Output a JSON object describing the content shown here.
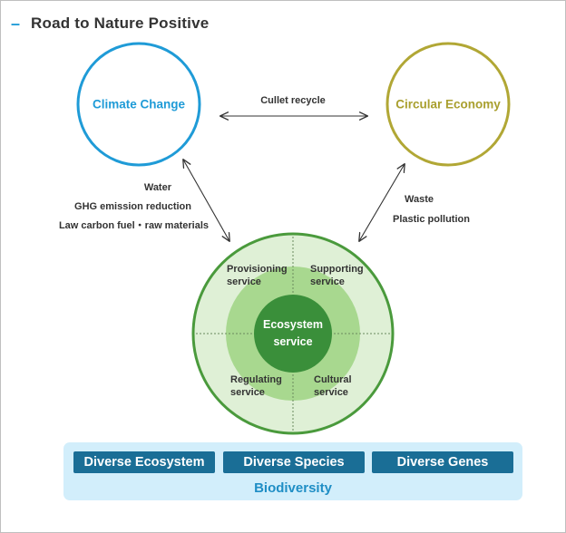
{
  "heading": {
    "dash": "–",
    "title": "Road to Nature Positive"
  },
  "nodes": {
    "climate": "Climate Change",
    "circular": "Circular Economy"
  },
  "links": {
    "top": "Cullet recycle",
    "left": [
      "Water",
      "GHG emission reduction",
      "Law carbon fuel・raw materials"
    ],
    "right": [
      "Waste",
      "Plastic pollution"
    ]
  },
  "ecosystem": {
    "center": [
      "Ecosystem",
      "service"
    ],
    "provisioning": [
      "Provisioning",
      "service"
    ],
    "supporting": [
      "Supporting",
      "service"
    ],
    "regulating": [
      "Regulating",
      "service"
    ],
    "cultural": [
      "Cultural",
      "service"
    ]
  },
  "biodiversity": {
    "items": [
      "Diverse Ecosystem",
      "Diverse Species",
      "Diverse Genes"
    ],
    "label": "Biodiversity"
  },
  "colors": {
    "climate_ring": "#1f9bd7",
    "circular_ring": "#b1a735",
    "eco_outer": "#dff0d6",
    "eco_mid": "#a8d88f",
    "eco_core": "#3a8f3a",
    "eco_ring": "#4a9a3c",
    "panel": "#d2eefb",
    "pill": "#1a6e96"
  }
}
